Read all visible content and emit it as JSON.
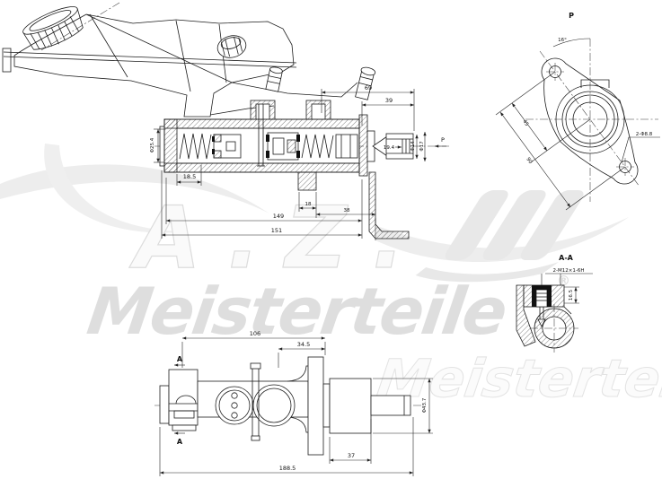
{
  "watermark": {
    "brand_top": "A.Z.",
    "brand_script": "Meisterteile",
    "brand_script_echo": "Meisterteile",
    "registered": "®",
    "light_gray": "#e8e8e8",
    "script_gray": "#dedede"
  },
  "views": {
    "main_section": {
      "dims": {
        "bore_dia": "Φ25.4",
        "left_offset": "18.5",
        "rod_total": "69",
        "rod_outer": "39",
        "rod_tip": "19.4",
        "rod_dia_inner": "Φ14",
        "rod_dia_outer": "Φ17",
        "foot_width": "18",
        "foot_to_flange": "38",
        "body_length": "149",
        "total_length": "151"
      },
      "view_arrow_label": "P"
    },
    "p_view": {
      "title": "P",
      "angle": "16°",
      "hole_offset": "45",
      "hole_spacing": "90",
      "holes_label": "2-Φ8.8"
    },
    "aa_section": {
      "title": "A-A",
      "thread_label": "2-M12×1-6H",
      "depth": "16.5"
    },
    "bottom_view": {
      "dims": {
        "port_span": "106",
        "flange_offset": "34.5",
        "booster_dia": "Φ43.7",
        "booster_len": "37",
        "total_length": "188.5"
      },
      "section_flag_top": "A",
      "section_flag_bottom": "A"
    }
  }
}
